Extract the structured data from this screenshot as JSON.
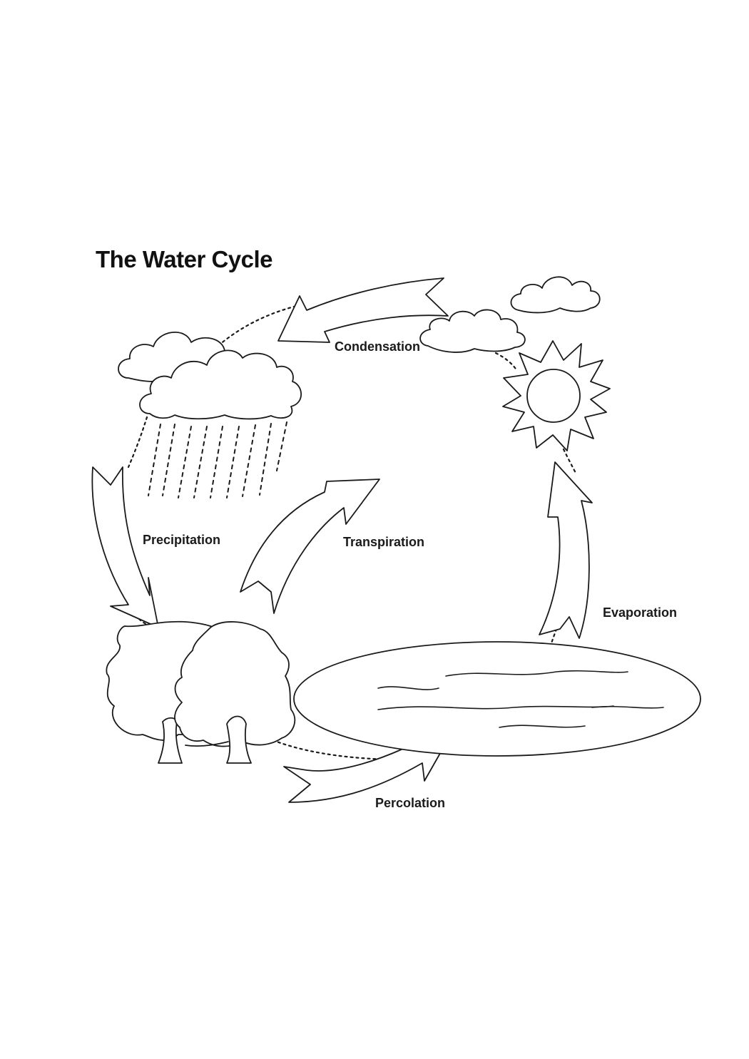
{
  "title": "The Water Cycle",
  "labels": {
    "condensation": "Condensation",
    "precipitation": "Precipitation",
    "transpiration": "Transpiration",
    "evaporation": "Evaporation",
    "percolation": "Percolation"
  },
  "colors": {
    "ink": "#1a1a1a",
    "background": "#ffffff"
  }
}
